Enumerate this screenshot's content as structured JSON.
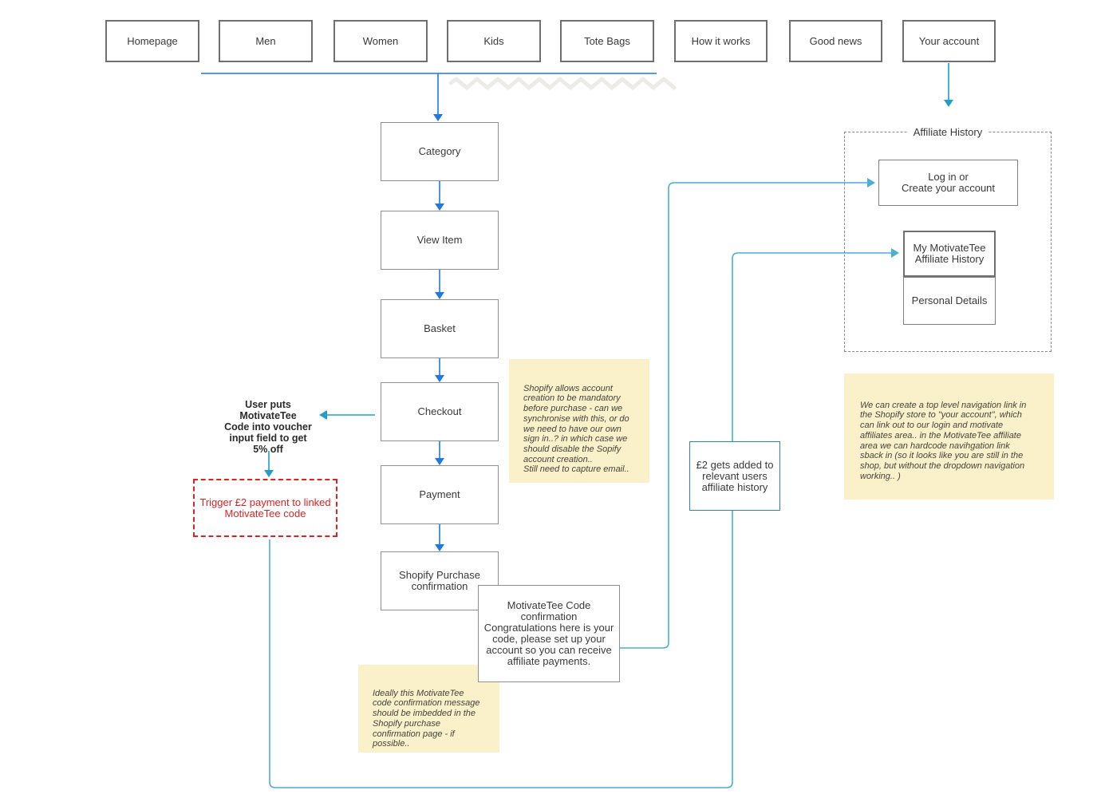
{
  "nav": {
    "items": [
      {
        "label": "Homepage"
      },
      {
        "label": "Men"
      },
      {
        "label": "Women"
      },
      {
        "label": "Kids"
      },
      {
        "label": "Tote Bags"
      },
      {
        "label": "How it works"
      },
      {
        "label": "Good news"
      },
      {
        "label": "Your account"
      }
    ]
  },
  "flow": {
    "steps": [
      {
        "label": "Category"
      },
      {
        "label": "View Item"
      },
      {
        "label": "Basket"
      },
      {
        "label": "Checkout"
      },
      {
        "label": "Payment"
      },
      {
        "label": "Shopify Purchase\nconfirmation"
      }
    ]
  },
  "affiliate_panel": {
    "title": "Affiliate History",
    "login_box": "Log in or\nCreate your account",
    "history_box": "My MotivateTee\nAffiliate History",
    "details_box": "Personal Details"
  },
  "annotations": {
    "voucher_note": "User puts\nMotivateTee\nCode into voucher\ninput field to get\n5% off",
    "trigger_box": "Trigger £2 payment to linked\nMotivateTee code",
    "amount_box": "£2 gets added to\nrelevant users\naffiliate history",
    "code_confirmation_box": "MotivateTee Code\nconfirmation\nCongratulations here is your\ncode, please set up your\naccount so you can receive\naffiliate payments."
  },
  "notes": {
    "shopify_account": "Shopify allows account\ncreation to be mandatory\nbefore purchase - can we\nsynchronise with this, or do\nwe need to have our own\nsign in..? in which case we\nshould disable the Sopify\naccount creation..\nStill need to capture email..",
    "embed": "Ideally this MotivateTee\ncode confirmation message\nshould be imbedded in the\nShopify purchase\nconfirmation page - if\npossible..",
    "navigation": "We can create a top level navigation link in\nthe Shopify store to \"your account\", which\ncan link out to our login and motivate\naffiliates area.. in the MotivateTee affiliate\narea we can hardcode navihgation link\nsback in (so it looks like you are still in the\nshop, but without the dropdown navigation\nworking.. )"
  },
  "colors": {
    "arrow-blue": "#1f79de",
    "arrow-cyan": "#1f9fc9",
    "connector-cyan": "#4aaed6",
    "alert-red": "#e02222",
    "note-bg": "#faf0c9"
  }
}
